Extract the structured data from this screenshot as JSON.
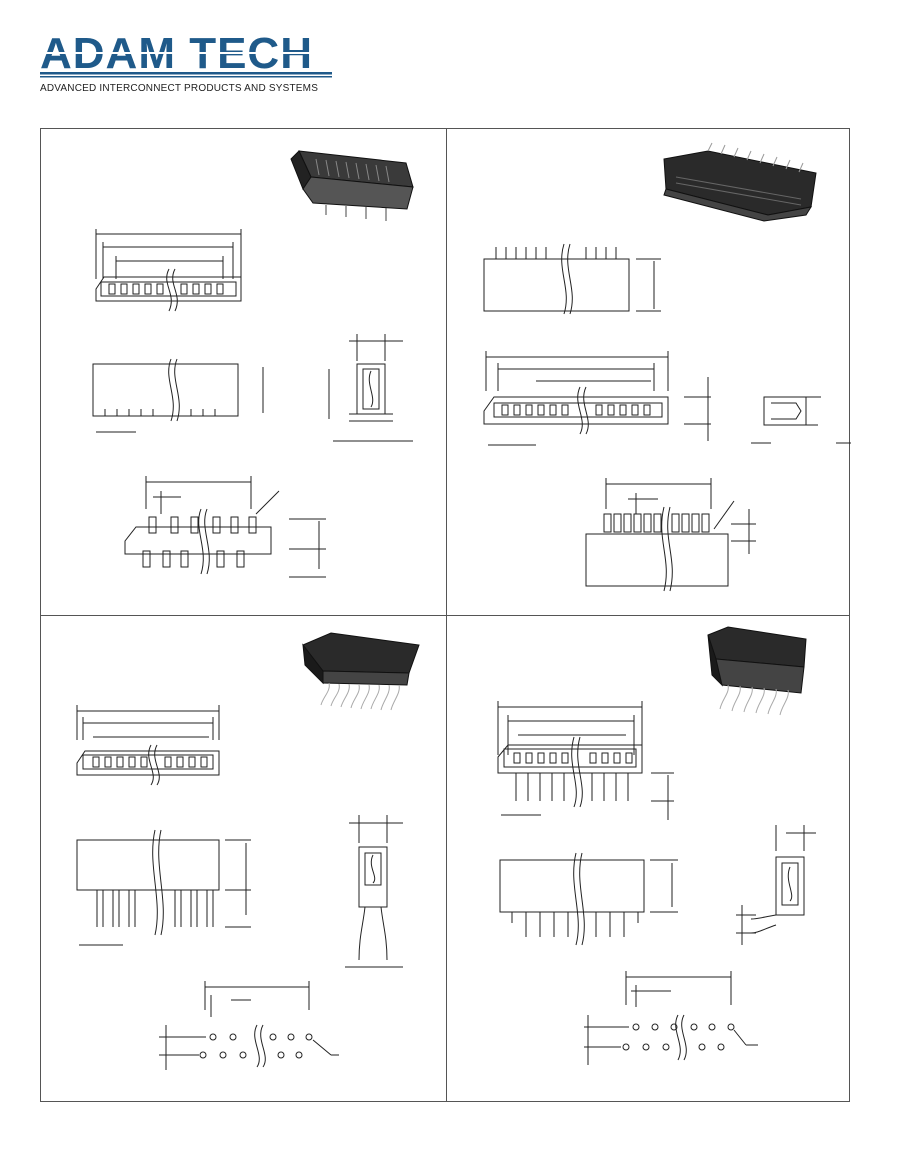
{
  "brand": {
    "name": "ADAM TECH",
    "tagline": "ADVANCED INTERCONNECT PRODUCTS AND SYSTEMS",
    "color": "#1f5a8a"
  },
  "panels": [
    {
      "id": "top-left",
      "photo": "vertical-box-header-photo"
    },
    {
      "id": "top-right",
      "photo": "surface-mount-header-photo"
    },
    {
      "id": "bottom-left",
      "photo": "right-angle-header-photo"
    },
    {
      "id": "bottom-right",
      "photo": "right-angle-shrouded-header-photo"
    }
  ]
}
